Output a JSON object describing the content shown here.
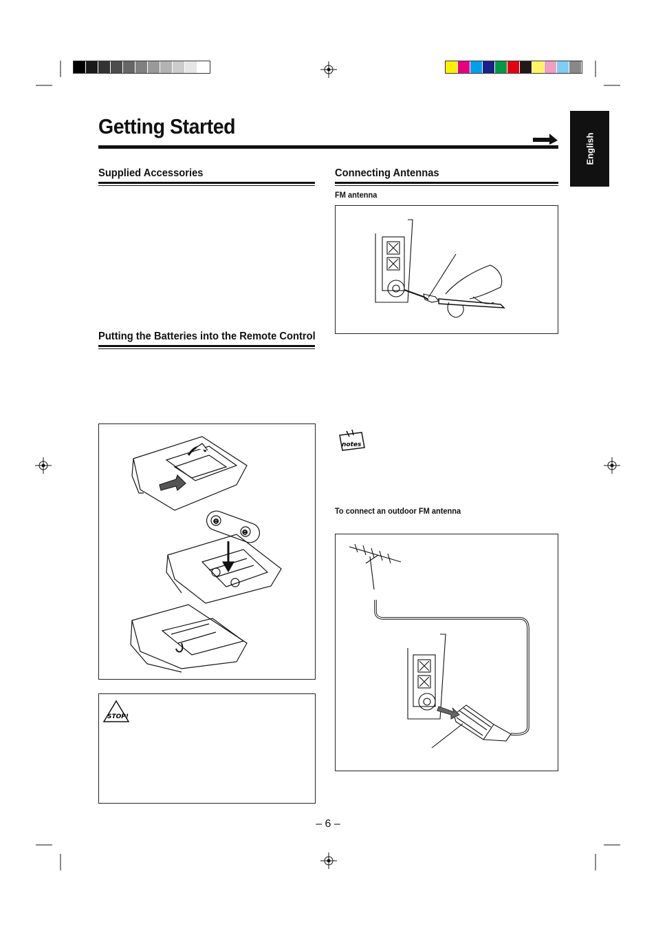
{
  "page": {
    "title": "Getting Started",
    "side_tab": "English",
    "page_number": "– 6 –"
  },
  "sections": {
    "supplied_accessories": "Supplied Accessories",
    "batteries": "Putting the Batteries into the Remote Control",
    "connecting_antennas": "Connecting Antennas",
    "fm_antenna": "FM antenna",
    "outdoor_fm": "To connect an outdoor FM antenna"
  },
  "icons": {
    "notes": "notes",
    "stop": "STOP!",
    "battery_minus": "⊖",
    "battery_plus": "⊕"
  },
  "print_marks": {
    "left_bar_colors": [
      "#000000",
      "#1a1a1a",
      "#333333",
      "#4d4d4d",
      "#666666",
      "#808080",
      "#999999",
      "#b3b3b3",
      "#cccccc",
      "#e6e6e6",
      "#ffffff"
    ],
    "right_bar_colors": [
      "#ffef00",
      "#e4007f",
      "#00a0e9",
      "#1d2088",
      "#009944",
      "#e60012",
      "#231815",
      "#fff462",
      "#f19ec2",
      "#7ecef4",
      "#888888"
    ]
  }
}
